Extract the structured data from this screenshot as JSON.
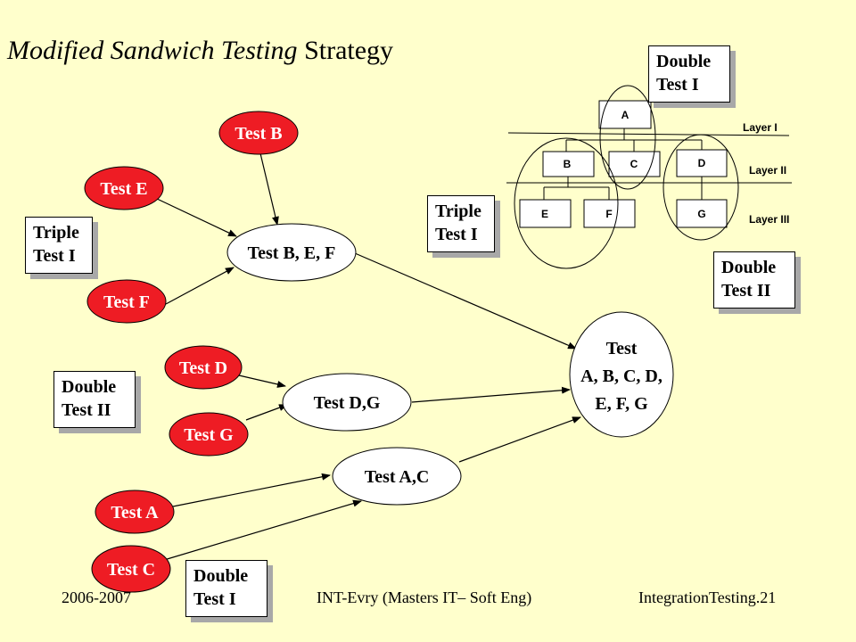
{
  "title": {
    "italic": "Modified Sandwich Testing",
    "plain": "Strategy"
  },
  "footer": {
    "left": "2006-2007",
    "center": "INT-Evry (Masters IT– Soft Eng)",
    "right": "IntegrationTesting.21"
  },
  "tests": {
    "b": "Test B",
    "e": "Test E",
    "f": "Test F",
    "d": "Test D",
    "g": "Test G",
    "a": "Test A",
    "c": "Test C",
    "bef": "Test B, E, F",
    "dg": "Test D,G",
    "ac": "Test A,C",
    "all_l1": "Test",
    "all_l2": "A, B, C, D,",
    "all_l3": "E, F, G"
  },
  "boxes": {
    "triple_left": "Triple\nTest I",
    "double2_left": "Double\nTest II",
    "double1_bottom": "Double\nTest I",
    "double1_top": "Double\nTest I",
    "triple_tree": "Triple\nTest I",
    "double2_right": "Double\nTest II"
  },
  "tree": {
    "nodes": [
      "A",
      "B",
      "C",
      "D",
      "E",
      "F",
      "G"
    ],
    "layers": [
      "Layer I",
      "Layer II",
      "Layer III"
    ]
  },
  "colors": {
    "background": "#ffffcc",
    "test_node": "#ee1c24",
    "ellipse": "#ffffff"
  }
}
